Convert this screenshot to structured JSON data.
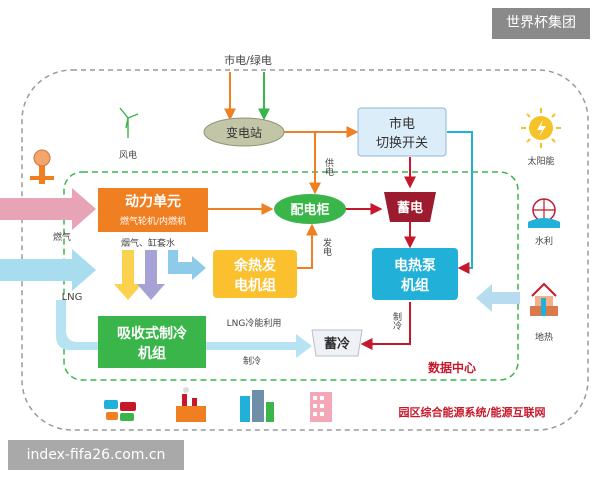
{
  "watermarks": {
    "brand": "世界杯集团",
    "site": "index-fifa26.com.cn"
  },
  "inputs": {
    "grid": "市电/绿电",
    "gas": "燃气",
    "lng": "LNG"
  },
  "nodes": {
    "substation": "变电站",
    "switch_l1": "市电",
    "switch_l2": "切换开关",
    "power_unit": "动力单元",
    "power_unit_sub": "燃气轮机/内燃机",
    "distribution": "配电柜",
    "storage_elec": "蓄电",
    "waste_heat_l1": "余热发",
    "waste_heat_l2": "电机组",
    "heat_pump_l1": "电热泵",
    "heat_pump_l2": "机组",
    "absorption_l1": "吸收式制冷",
    "absorption_l2": "机组",
    "storage_cold": "蓄冷"
  },
  "edge_labels": {
    "supply": "供电",
    "flue": "烟气、缸套水",
    "generate": "发电",
    "lng_cold": "LNG冷能利用",
    "cooling_1": "制冷",
    "cooling_2": "制冷"
  },
  "renewables": {
    "wind": "风电",
    "solar": "太阳能",
    "hydro": "水利",
    "geothermal": "地热"
  },
  "labels": {
    "datacenter": "数据中心",
    "system_title": "园区综合能源系统/能源互联网"
  },
  "colors": {
    "orange": "#f07f21",
    "green": "#3ab54a",
    "cyan": "#21b1d8",
    "red": "#c7172a",
    "dark_red": "#9c1b2e",
    "olive": "#c2c6a6",
    "light_blue": "#dcedfa",
    "yellow": "#fbc02d",
    "gray_text": "#444444"
  }
}
